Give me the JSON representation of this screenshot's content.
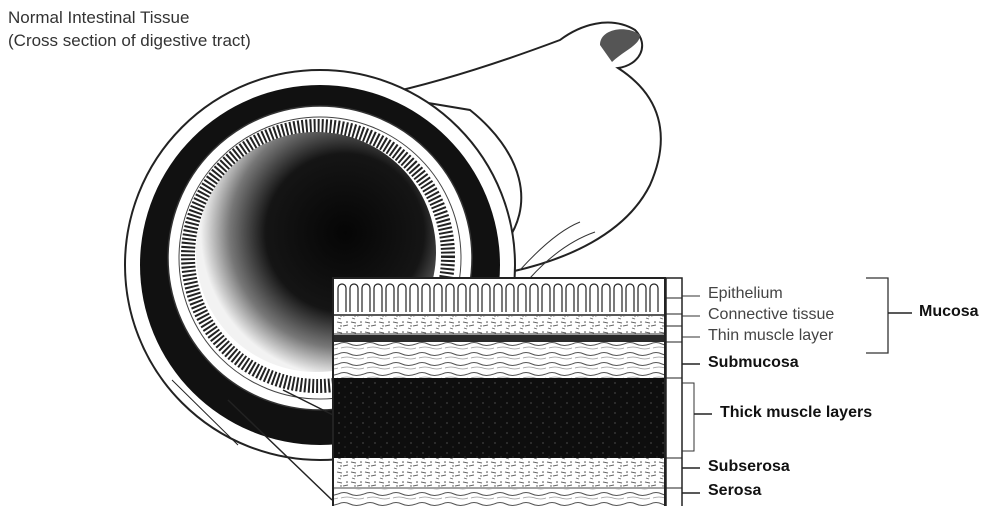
{
  "title": {
    "line1": "Normal Intestinal Tissue",
    "line2": "(Cross section of digestive tract)"
  },
  "labels": {
    "epithelium": "Epithelium",
    "connective_tissue": "Connective tissue",
    "thin_muscle_layer": "Thin muscle layer",
    "mucosa": "Mucosa",
    "submucosa": "Submucosa",
    "thick_muscle_layers": "Thick muscle layers",
    "subserosa": "Subserosa",
    "serosa": "Serosa"
  }
}
